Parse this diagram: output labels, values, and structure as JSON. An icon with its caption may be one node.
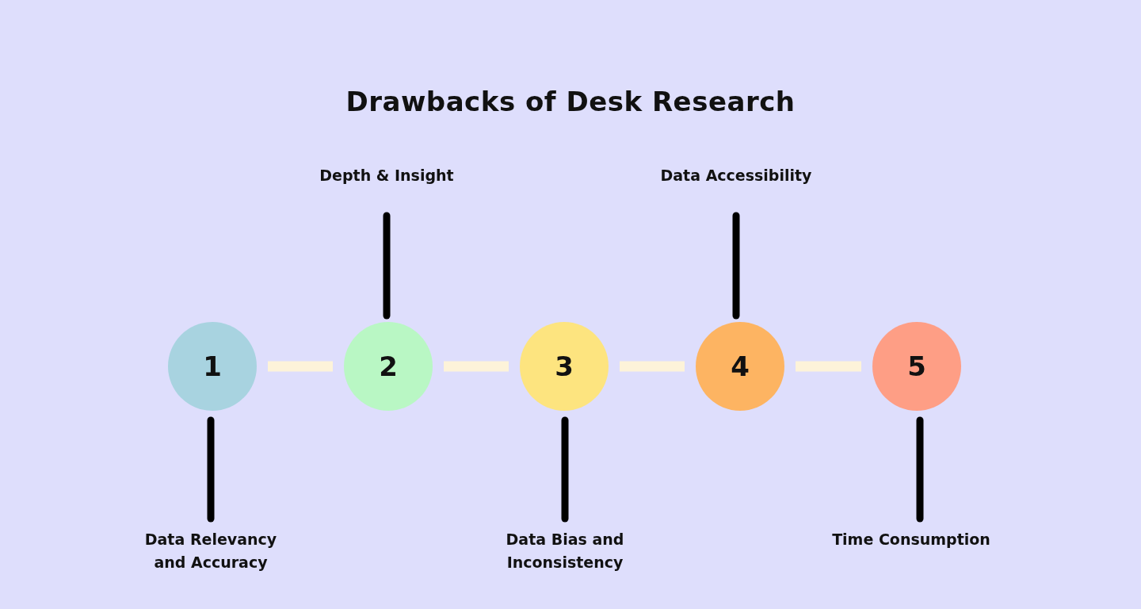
{
  "diagram": {
    "title": "Drawbacks of Desk Research",
    "nodes": [
      {
        "text": [
          "Depth & Insight"
        ]
      },
      {
        "text": [
          "Data Accessibility"
        ]
      },
      {
        "text": [
          "1"
        ]
      },
      {
        "text": [
          "2"
        ]
      },
      {
        "text": [
          "3"
        ]
      },
      {
        "text": [
          "4"
        ]
      },
      {
        "text": [
          "5"
        ]
      },
      {
        "text": [
          "Data Relevancy and Accuracy"
        ]
      },
      {
        "text": [
          "Data Bias and Inconsistency"
        ]
      },
      {
        "text": [
          "Time Consumption"
        ]
      }
    ],
    "edges": [
      {
        "from": 2,
        "to": 3,
        "arrow": "none",
        "color": "#fdf3d9"
      },
      {
        "from": 3,
        "to": 4,
        "arrow": "none",
        "color": "#fdf3d9"
      },
      {
        "from": 4,
        "to": 5,
        "arrow": "none",
        "color": "#fdf3d9"
      },
      {
        "from": 5,
        "to": 6,
        "arrow": "none",
        "color": "#fdf3d9"
      },
      {
        "from": 3,
        "to": 0,
        "arrow": "none"
      },
      {
        "from": 5,
        "to": 1,
        "arrow": "none"
      },
      {
        "from": 2,
        "to": 7,
        "arrow": "none"
      },
      {
        "from": 4,
        "to": 8,
        "arrow": "none"
      },
      {
        "from": 6,
        "to": 9,
        "arrow": "none"
      }
    ]
  }
}
